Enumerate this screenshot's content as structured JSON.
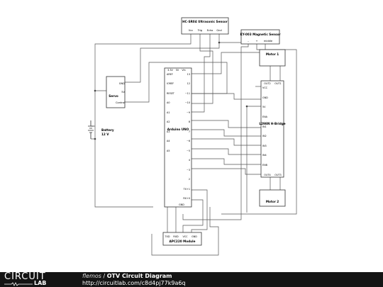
{
  "components": {
    "ultrasonic": {
      "title": "HC-SR04 Ultrasonic Sensor",
      "pins": [
        "Vcc",
        "Trig",
        "Echo",
        "Gnd"
      ]
    },
    "magnetic": {
      "title": "KY-003 Magnetic Sensor",
      "pins": [
        "–",
        "+",
        "middle"
      ]
    },
    "servo": {
      "title": "Servo",
      "pins": [
        "GND",
        "5V",
        "Control"
      ]
    },
    "battery": {
      "title": "Battery",
      "voltage": "12 V"
    },
    "arduino": {
      "title": "Arduino UNO",
      "top_pins": [
        "3.3V",
        "5V",
        "Vin"
      ],
      "left_pins": [
        "AREF",
        "IOREF",
        "RESET",
        "A0",
        "A1",
        "A2",
        "A3",
        "A4",
        "A5"
      ],
      "right_pins": [
        "13",
        "12",
        "~11",
        "~10",
        "~9",
        "8",
        "7",
        "~6",
        "~5",
        "4",
        "~3",
        "2",
        "TX+1",
        "RX+0"
      ],
      "bottom_pin": "GND"
    },
    "motor1": {
      "title": "Motor 1"
    },
    "motor2": {
      "title": "Motor 2"
    },
    "hbridge": {
      "title": "L298N H-Bridge",
      "top_pins": [
        "OUT2",
        "OUT1"
      ],
      "left_pins": [
        "VCC",
        "GND",
        "5V",
        "ENA",
        "IN1",
        "IN2",
        "IN3",
        "IN4",
        "ENB"
      ],
      "bottom_pins": [
        "OUT4",
        "OUT3"
      ]
    },
    "apc220": {
      "title": "APC220 Module",
      "pins": [
        "TXD",
        "RXD",
        "VCC",
        "GND"
      ]
    }
  },
  "footer": {
    "logo_text": "CIRCUIT",
    "logo_sub": "LAB",
    "author": "flemos",
    "separator": " / ",
    "title": "OTV Circuit Diagram",
    "url": "http://circuitlab.com/c8d4pj77k9a6q"
  }
}
